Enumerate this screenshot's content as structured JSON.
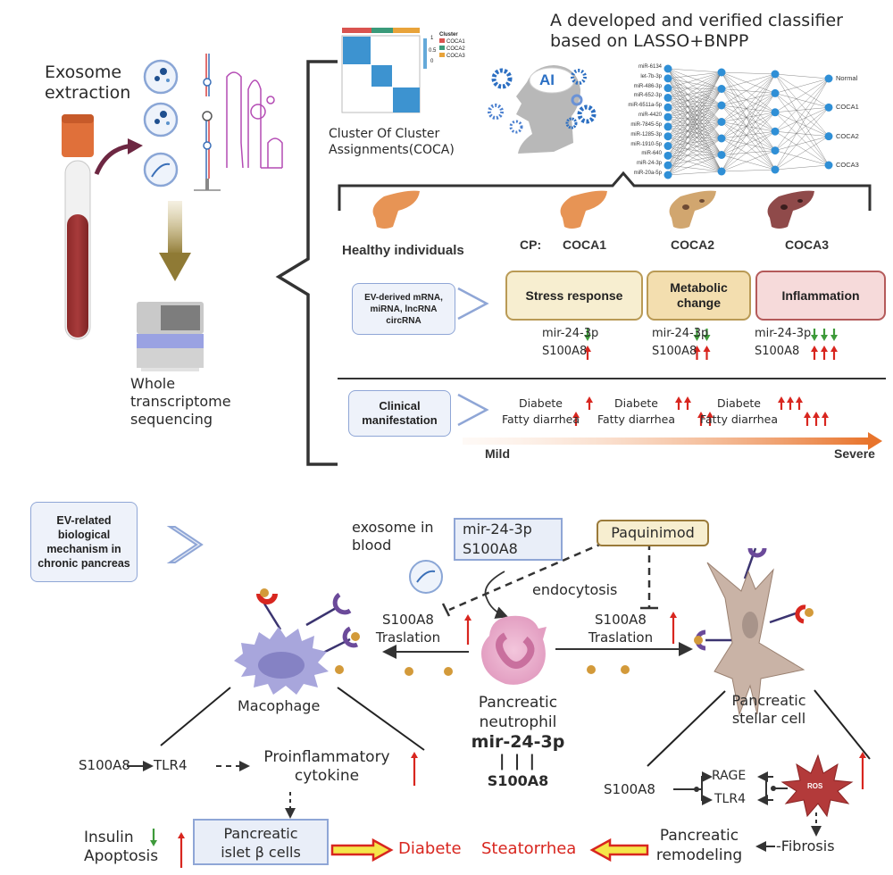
{
  "top_left": {
    "exosome_label_line1": "Exosome",
    "exosome_label_line2": "extraction",
    "sequencing_line1": "Whole",
    "sequencing_line2": "transcriptome",
    "sequencing_line3": "sequencing"
  },
  "coca": {
    "caption_line1": "Cluster Of Cluster",
    "caption_line2": "Assignments(COCA)",
    "legend_title": "Cluster",
    "legend_items": [
      {
        "label": "COCA1",
        "color": "#d9534f"
      },
      {
        "label": "COCA2",
        "color": "#3a9a7a"
      },
      {
        "label": "COCA3",
        "color": "#e8a33a"
      }
    ],
    "scale_labels": [
      "1",
      "0.5",
      "0"
    ]
  },
  "classifier": {
    "title_line1": "A developed and verified classifier",
    "title_line2": "based on  LASSO+BNPP",
    "ai_label": "AI",
    "inputs": [
      "miR-6134",
      "let-7b-3p",
      "miR-486-3p",
      "miR-652-3p",
      "miR-6511a-5p",
      "miR-4420",
      "miR-7845-5p",
      "miR-1285-3p",
      "miR-1910-5p",
      "miR-640",
      "miR-24-3p",
      "miR-20a-5p"
    ],
    "outputs": [
      "Normal",
      "COCA1",
      "COCA2",
      "COCA3"
    ]
  },
  "groups": {
    "healthy": "Healthy individuals",
    "cp_prefix": "CP:",
    "coca1": "COCA1",
    "coca2": "COCA2",
    "coca3": "COCA3"
  },
  "ev_row": {
    "label": "EV-derived mRNA, miRNA, lncRNA circRNA",
    "states": [
      {
        "label": "Stress response",
        "mir_arrows": 1,
        "s100_arrows": 1
      },
      {
        "label": "Metabolic change",
        "mir_arrows": 2,
        "s100_arrows": 2
      },
      {
        "label": "Inflammation",
        "mir_arrows": 3,
        "s100_arrows": 3
      }
    ],
    "mir_label": "mir-24-3p",
    "s100_label": "S100A8"
  },
  "clinical_row": {
    "label": "Clinical manifestation",
    "diabete": "Diabete",
    "fatty": "Fatty diarrhea",
    "levels": [
      1,
      2,
      3
    ],
    "scale_min": "Mild",
    "scale_max": "Severe"
  },
  "mechanism": {
    "label": "EV-related biological mechanism in chronic pancreas",
    "exosome_blood_line1": "exosome in",
    "exosome_blood_line2": "blood",
    "blood_mir": "mir-24-3p",
    "blood_s100": "S100A8",
    "drug": "Paquinimod",
    "endocytosis": "endocytosis",
    "translation_left_1": "S100A8",
    "translation_left_2": "Traslation",
    "translation_right_1": "S100A8",
    "translation_right_2": "Traslation",
    "macrophage": "Macophage",
    "neutrophil_1": "Pancreatic",
    "neutrophil_2": "neutrophil",
    "neutrophil_mir": "mir-24-3p",
    "neutrophil_bars": "| | |",
    "neutrophil_s100": "S100A8",
    "stellate_1": "Pancreatic",
    "stellate_2": "stellar cell",
    "mac_pathway_s100": "S100A8",
    "mac_pathway_tlr4": "TLR4",
    "proinflam_1": "Proinflammatory",
    "proinflam_2": "cytokine",
    "islet_1": "Pancreatic",
    "islet_2": "islet β cells",
    "insulin": "Insulin",
    "apoptosis": "Apoptosis",
    "outcome_diabete": "Diabete",
    "outcome_steatorrhea": "Steatorrhea",
    "psc_s100": "S100A8",
    "rage": "RAGE",
    "tlr4": "TLR4",
    "ros": "ROS",
    "fibrosis": "-Fibrosis",
    "remodel_1": "Pancreatic",
    "remodel_2": "remodeling"
  },
  "colors": {
    "up_arrow": "#d8261f",
    "down_arrow": "#3e9a3a",
    "outcome_text": "#d8261f",
    "node_blue": "#2f8fd6",
    "box_border_blue": "#8fa6d6",
    "severity_gradient_end": "#e8742c"
  }
}
